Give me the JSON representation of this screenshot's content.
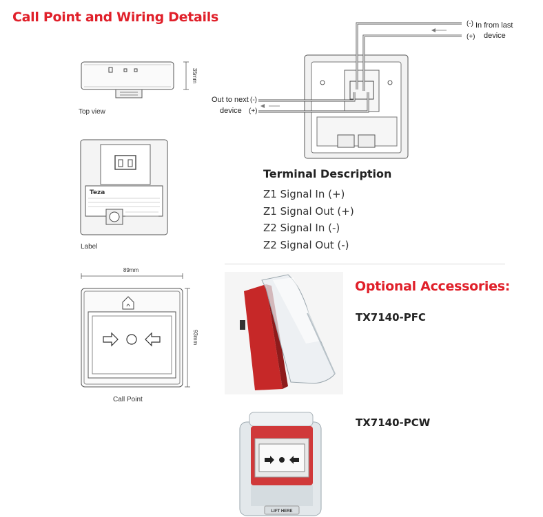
{
  "page": {
    "title": "Call Point and Wiring Details"
  },
  "drawings": {
    "top_view": {
      "caption": "Top view",
      "dimension": "35mm"
    },
    "label_view": {
      "caption": "Label",
      "brand": "Teza"
    },
    "call_point": {
      "caption": "Call Point",
      "width_dimension": "89mm",
      "height_dimension": "93mm"
    }
  },
  "wiring": {
    "in_neg": "(-)",
    "in_label_1": "In from last",
    "in_pos": "(+)",
    "in_label_2": "device",
    "out_label_1": "Out to next",
    "out_neg": "(-)",
    "out_label_2": "device",
    "out_pos": "(+)"
  },
  "terminal": {
    "heading": "Terminal Description",
    "items": [
      "Z1 Signal In (+)",
      "Z1 Signal Out (+)",
      "Z2 Signal In (-)",
      "Z2 Signal Out (-)"
    ]
  },
  "accessories": {
    "heading": "Optional Accessories:",
    "items": [
      {
        "part": "TX7140-PFC"
      },
      {
        "part": "TX7140-PCW",
        "cover_text": "LIFT HERE"
      }
    ]
  },
  "colors": {
    "accent_red": "#e0202a",
    "line": "#555555"
  }
}
